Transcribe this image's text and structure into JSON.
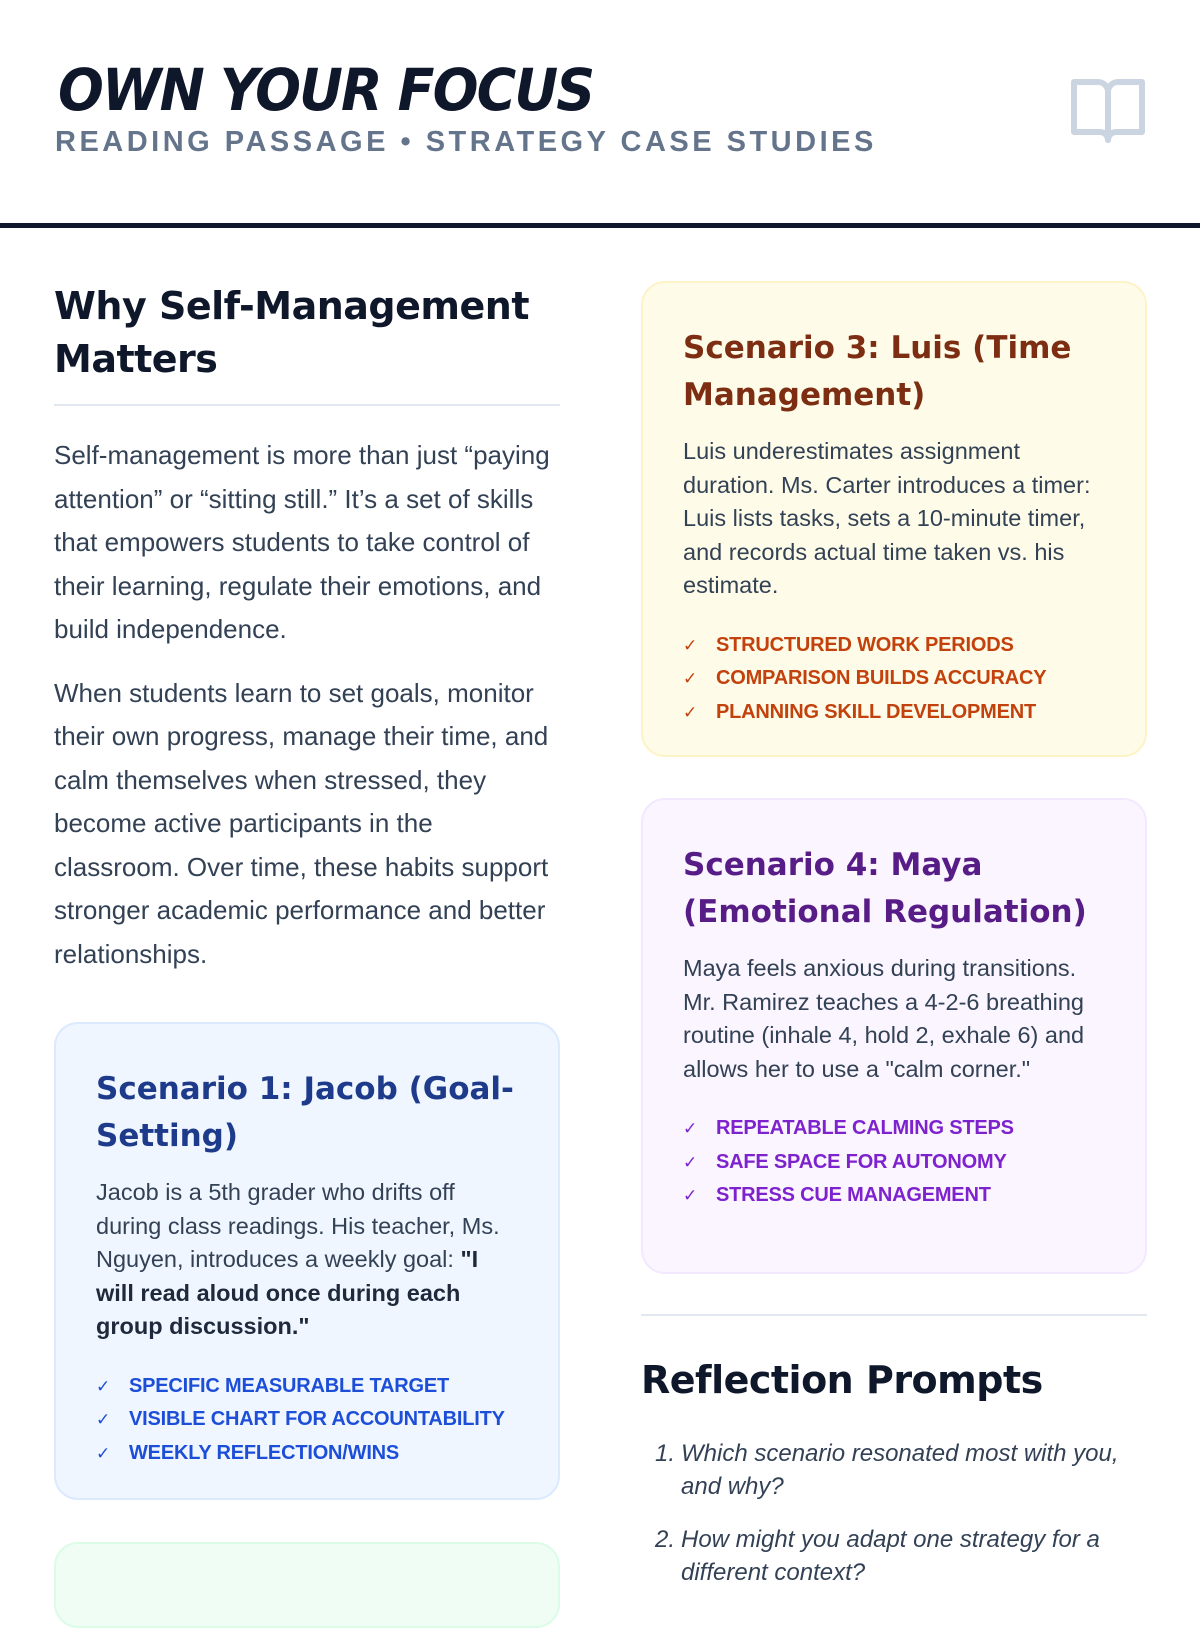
{
  "header": {
    "title": "OWN YOUR FOCUS",
    "subtitle": "READING PASSAGE • STRATEGY CASE STUDIES",
    "icon": "book-open-icon"
  },
  "intro": {
    "heading": "Why Self-Management Matters",
    "paragraphs": [
      "Self-management is more than just “paying attention” or “sitting still.” It’s a set of skills that empowers students to take control of their learning, regulate their emotions, and build independence.",
      "When students learn to set goals, monitor their own progress, manage their time, and calm themselves when stressed, they become active participants in the classroom. Over time, these habits support stronger academic performance and better relationships."
    ]
  },
  "scenarios": [
    {
      "title": "Scenario 1: Jacob (Goal-Setting)",
      "text": "Jacob is a 5th grader who drifts off during class readings. His teacher, Ms. Nguyen, introduces a weekly goal: ",
      "quote": "\"I will read aloud once during each group discussion.\"",
      "points": [
        "SPECIFIC MEASURABLE TARGET",
        "VISIBLE CHART FOR ACCOUNTABILITY",
        "WEEKLY REFLECTION/WINS"
      ]
    },
    {
      "title": "Scenario 3: Luis (Time Management)",
      "text": "Luis underestimates assignment duration. Ms. Carter introduces a timer: Luis lists tasks, sets a 10-minute timer, and records actual time taken vs. his estimate.",
      "points": [
        "STRUCTURED WORK PERIODS",
        "COMPARISON BUILDS ACCURACY",
        "PLANNING SKILL DEVELOPMENT"
      ]
    },
    {
      "title": "Scenario 4: Maya (Emotional Regulation)",
      "text": "Maya feels anxious during transitions. Mr. Ramirez teaches a 4-2-6 breathing routine (inhale 4, hold 2, exhale 6) and allows her to use a \"calm corner.\"",
      "points": [
        "REPEATABLE CALMING STEPS",
        "SAFE SPACE FOR AUTONOMY",
        "STRESS CUE MANAGEMENT"
      ]
    }
  ],
  "check": "✓",
  "reflection": {
    "heading": "Reflection Prompts",
    "prompts": [
      {
        "n": "1.",
        "text": "Which scenario resonated most with you, and why?"
      },
      {
        "n": "2.",
        "text": "How might you adapt one strategy for a different context?"
      }
    ]
  }
}
